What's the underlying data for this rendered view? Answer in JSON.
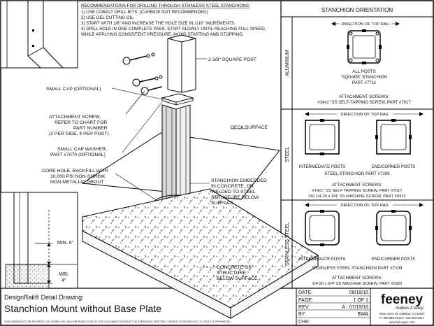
{
  "notes": {
    "heading": "RECOMMENDATIONS FOR DRILLING THROUGH STAINLESS STEEL STANCHIONS:",
    "lines": [
      "1) USE COBALT DRILL BITS. (CARBIDE NOT RECOMMENDED)",
      "2) USE GEL CUTTING OIL.",
      "3) START WITH 1/8\" AND INCREASE THE HOLE SIZE IN 1/16\" INCREMENTS.",
      "4) DRILL HOLE IN ONE COMPLETE PASS. START SLOWLY UNTIL REACHING FULL SPEED,",
      "WHILE APPLYING CONSISTENT PRESSURE. AVOID STARTING AND STOPPING."
    ]
  },
  "callouts": {
    "square_post": "2-3/8\" SQUARE POST",
    "small_cap": "SMALL CAP (OPTIONAL)",
    "attachment_screw": [
      "ATTACHMENT SCREW,",
      "REFER TO CHART FOR",
      "PART NUMBER",
      "(2 PER SIDE, 4 PER POST)"
    ],
    "deck_surface": "DECK SURFACE",
    "cap_washer": [
      "SMALL CAP WASHER,",
      "PART #7070 (OPTIONAL)"
    ],
    "core_hole": [
      "CORE HOLE, BACKFILL WITH",
      "10,000 PSI NON-SHRINK",
      "NON-METALLIC GROUT"
    ],
    "stanchion_embedded": [
      "STANCHION EMBEDDED",
      "IN CONCRETE, OR",
      "WELDED TO STEEL",
      "STRUCTURE BELOW",
      "SURFACE."
    ],
    "min_6": "MIN. 6\"",
    "min_4": [
      "MIN.",
      "4\""
    ],
    "concrete": [
      "CONCRETE OR",
      "STRUCTURE",
      "BELOW SURFACE"
    ]
  },
  "orientation": {
    "title": "STANCHION ORIENTATION",
    "aluminum": {
      "side_label": "ALUMINUM",
      "direction": "DIRECTION OF TOP RAIL",
      "posts": [
        "ALL POSTS",
        "'SQUARE' STANCHION",
        "PART #7711"
      ],
      "screws_heading": "ATTACHMENT SCREWS:",
      "screws": "#14x1\" SS SELF-TAPPING SCREW, PART #7017"
    },
    "steel": {
      "side_label": "STEEL",
      "direction": "DIRECTION OF TOP RAIL",
      "left_label": "INTERMEDIATE POSTS",
      "right_label": "END/CORNER POSTS",
      "part": "STEEL STANCHION PART #7106",
      "screws_heading": "ATTACHMENT SCREWS:",
      "screws": [
        "#14x1\" SS SELF-TAPPING SCREW, PART #7017",
        "OR 1/4-20 x 3/4\" SS MACHINE SCREW, PART #9322"
      ]
    },
    "stainless": {
      "side_label": "STAINLESS STEEL",
      "direction": "DIRECTION OF TOP RAIL",
      "left_label": "INTERMEDIATE POSTS",
      "right_label": "END/CORNER POSTS",
      "part": "STAINLESS STEEL STANCHION PART #7109",
      "screws_heading": "ATTACHMENT SCREWS:",
      "screws": "1/4-20 x 3/4\" SS MACHINE SCREW, PART #9322"
    }
  },
  "title_block": {
    "series": "DesignRail® Detail Drawing:",
    "title": "Stanchion Mount without Base Plate",
    "notice": "THIS DRAWING IS THE PROPERTY OF FEENEY INC. ANY REPRODUCTION OF THIS DOCUMENT WITHOUT THE EXPRESSED WRITTEN CONSENT OF FEENEY INC. IS STRICTLY PROHIBITED.",
    "fields": [
      {
        "label": "DATE:",
        "value": "08/18/15"
      },
      {
        "label": "PAGE:",
        "value": "1 OF 1"
      },
      {
        "label": "REV:",
        "value": "A - 07/19/16"
      },
      {
        "label": "BY:",
        "value": "BWA"
      },
      {
        "label": "CHK:",
        "value": ""
      }
    ],
    "brand": "feeney",
    "tagline": "makes it easy",
    "address": [
      "2603 Union St. Oakland, CA 94607",
      "P: 800-888-2418 F: 510-893-9041",
      "www.feeneyinc.com"
    ]
  }
}
